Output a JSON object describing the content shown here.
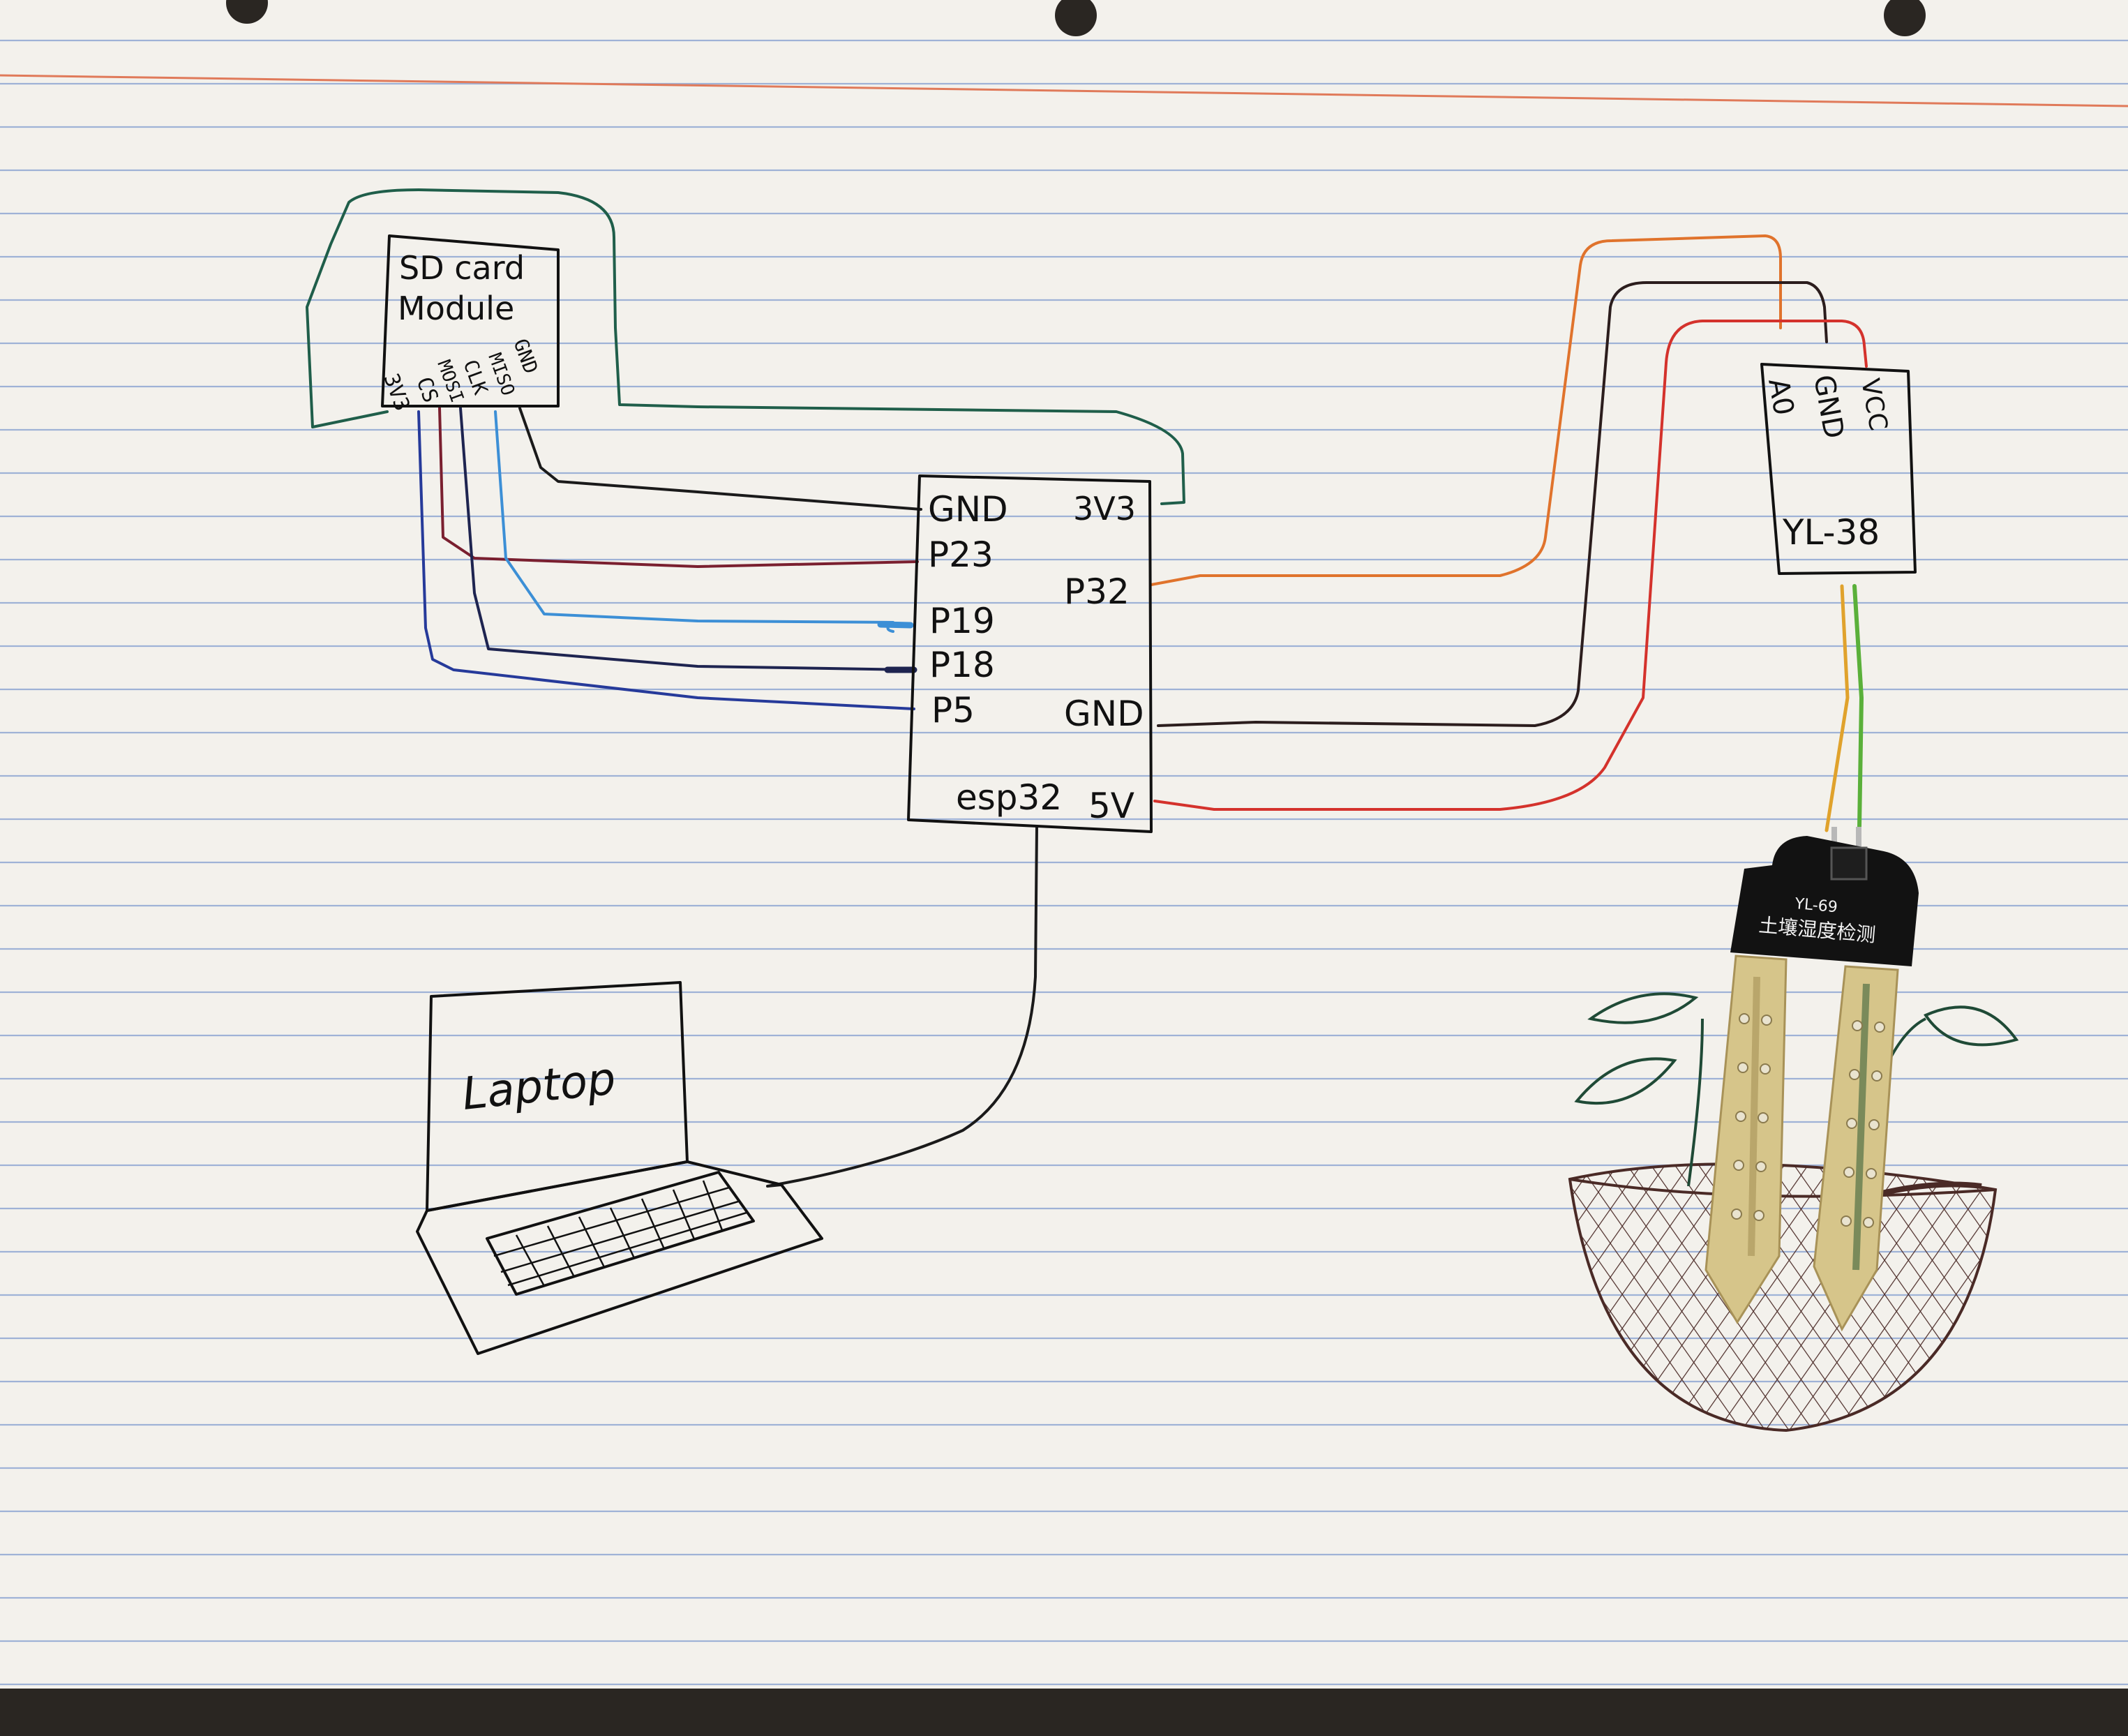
{
  "sd_module": {
    "title_line1": "SD card",
    "title_line2": "Module",
    "pins": [
      "3V3",
      "CS",
      "MOSI",
      "CLK",
      "MISO",
      "GND"
    ]
  },
  "esp32": {
    "label": "esp32",
    "left_pins": [
      "GND",
      "P23",
      "P19",
      "P18",
      "P5"
    ],
    "right_pins": [
      "3V3",
      "P32",
      "GND",
      "5V"
    ]
  },
  "yl38": {
    "label": "YL-38",
    "pins": [
      "A0",
      "GND",
      "VCC"
    ]
  },
  "probe": {
    "model": "YL-69",
    "chinese_label": "土壤湿度检测"
  },
  "laptop": {
    "label": "Laptop"
  },
  "wire_colors": {
    "green": "#1f5e4a",
    "black": "#1a1a1a",
    "maroon": "#7a1f2f",
    "light_blue": "#3c8fd6",
    "dark_navy": "#1e2450",
    "navy": "#263a9a",
    "orange": "#e0732c",
    "brown_black": "#2b1d1d",
    "red": "#d4322c"
  }
}
